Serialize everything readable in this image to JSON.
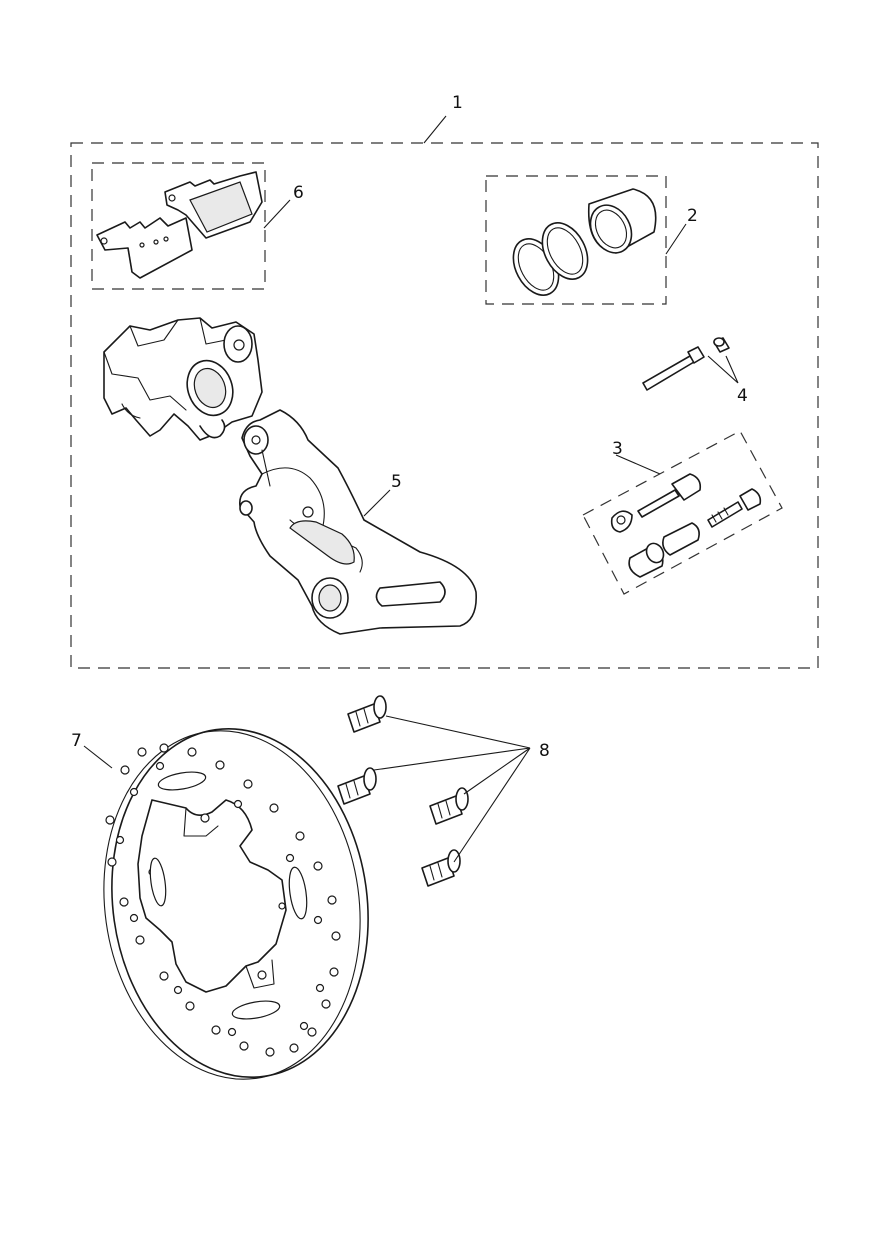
{
  "diagram": {
    "callouts": [
      {
        "id": "1",
        "text": "1"
      },
      {
        "id": "2",
        "text": "2"
      },
      {
        "id": "3",
        "text": "3"
      },
      {
        "id": "4",
        "text": "4"
      },
      {
        "id": "5",
        "text": "5"
      },
      {
        "id": "6",
        "text": "6"
      },
      {
        "id": "7",
        "text": "7"
      },
      {
        "id": "8",
        "text": "8"
      }
    ],
    "parts": [
      {
        "callout": "1",
        "depicts": "caliper-kit-group"
      },
      {
        "callout": "2",
        "depicts": "piston-seal-kit"
      },
      {
        "callout": "3",
        "depicts": "slide-pin-kit"
      },
      {
        "callout": "4",
        "depicts": "pad-pin-and-plug"
      },
      {
        "callout": "5",
        "depicts": "caliper-carrier-bracket"
      },
      {
        "callout": "6",
        "depicts": "brake-pad-set"
      },
      {
        "callout": "7",
        "depicts": "brake-disc"
      },
      {
        "callout": "8",
        "depicts": "disc-bolts"
      }
    ],
    "line_color": "#1a1a1a",
    "background": "#ffffff"
  }
}
